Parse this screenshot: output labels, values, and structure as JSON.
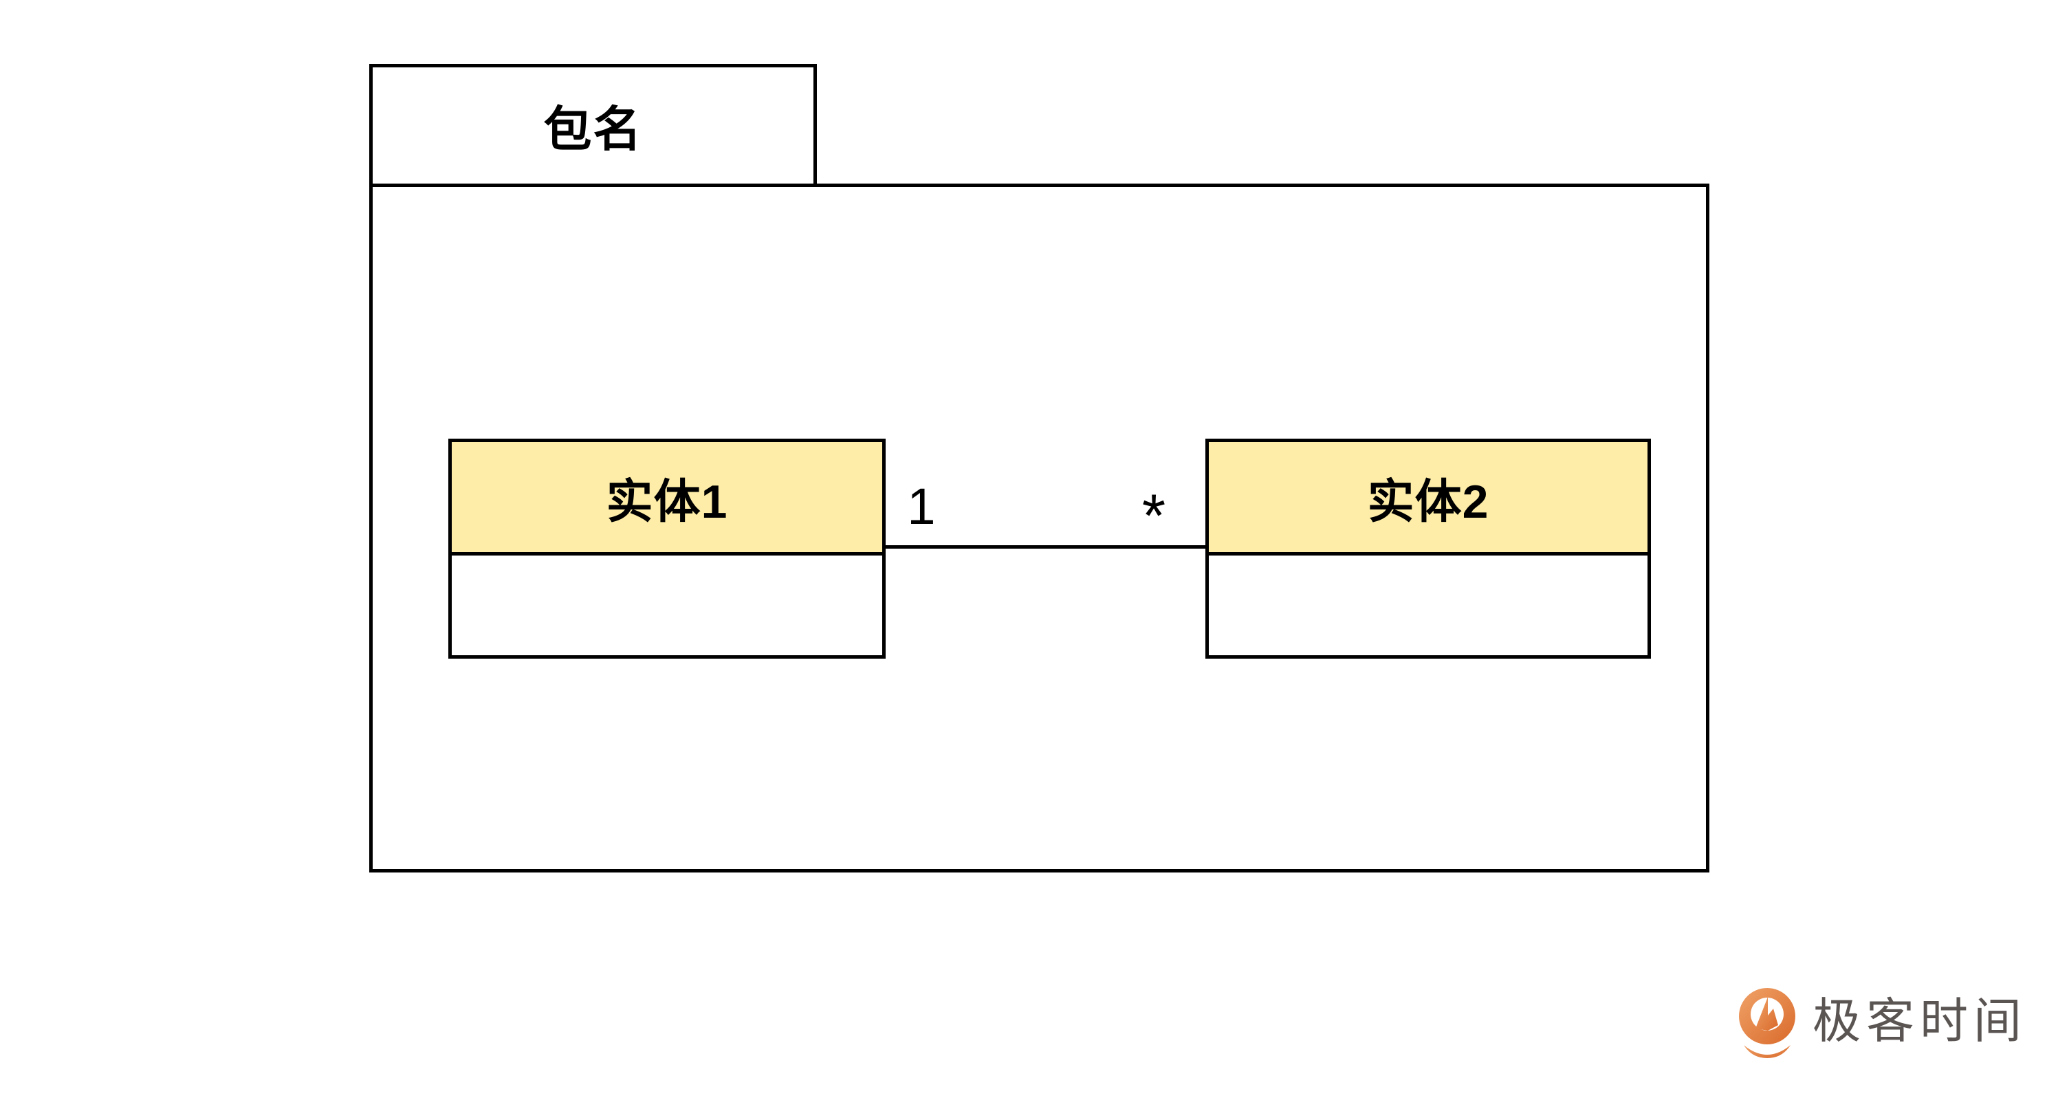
{
  "package": {
    "name": "包名"
  },
  "entities": [
    {
      "name": "实体1",
      "header_color": "#FDEDA8"
    },
    {
      "name": "实体2",
      "header_color": "#FDEDA8"
    }
  ],
  "relationship": {
    "type": "association",
    "from_multiplicity": "1",
    "to_multiplicity": "*"
  },
  "branding": {
    "logo_text": "极客时间"
  },
  "colors": {
    "background": "#FFFFFF",
    "border": "#000000",
    "entity_header_fill": "#FDEDA8",
    "logo_orange_dark": "#D96A2B",
    "logo_orange_light": "#F0A268",
    "logo_text_gray": "#5A5553"
  }
}
